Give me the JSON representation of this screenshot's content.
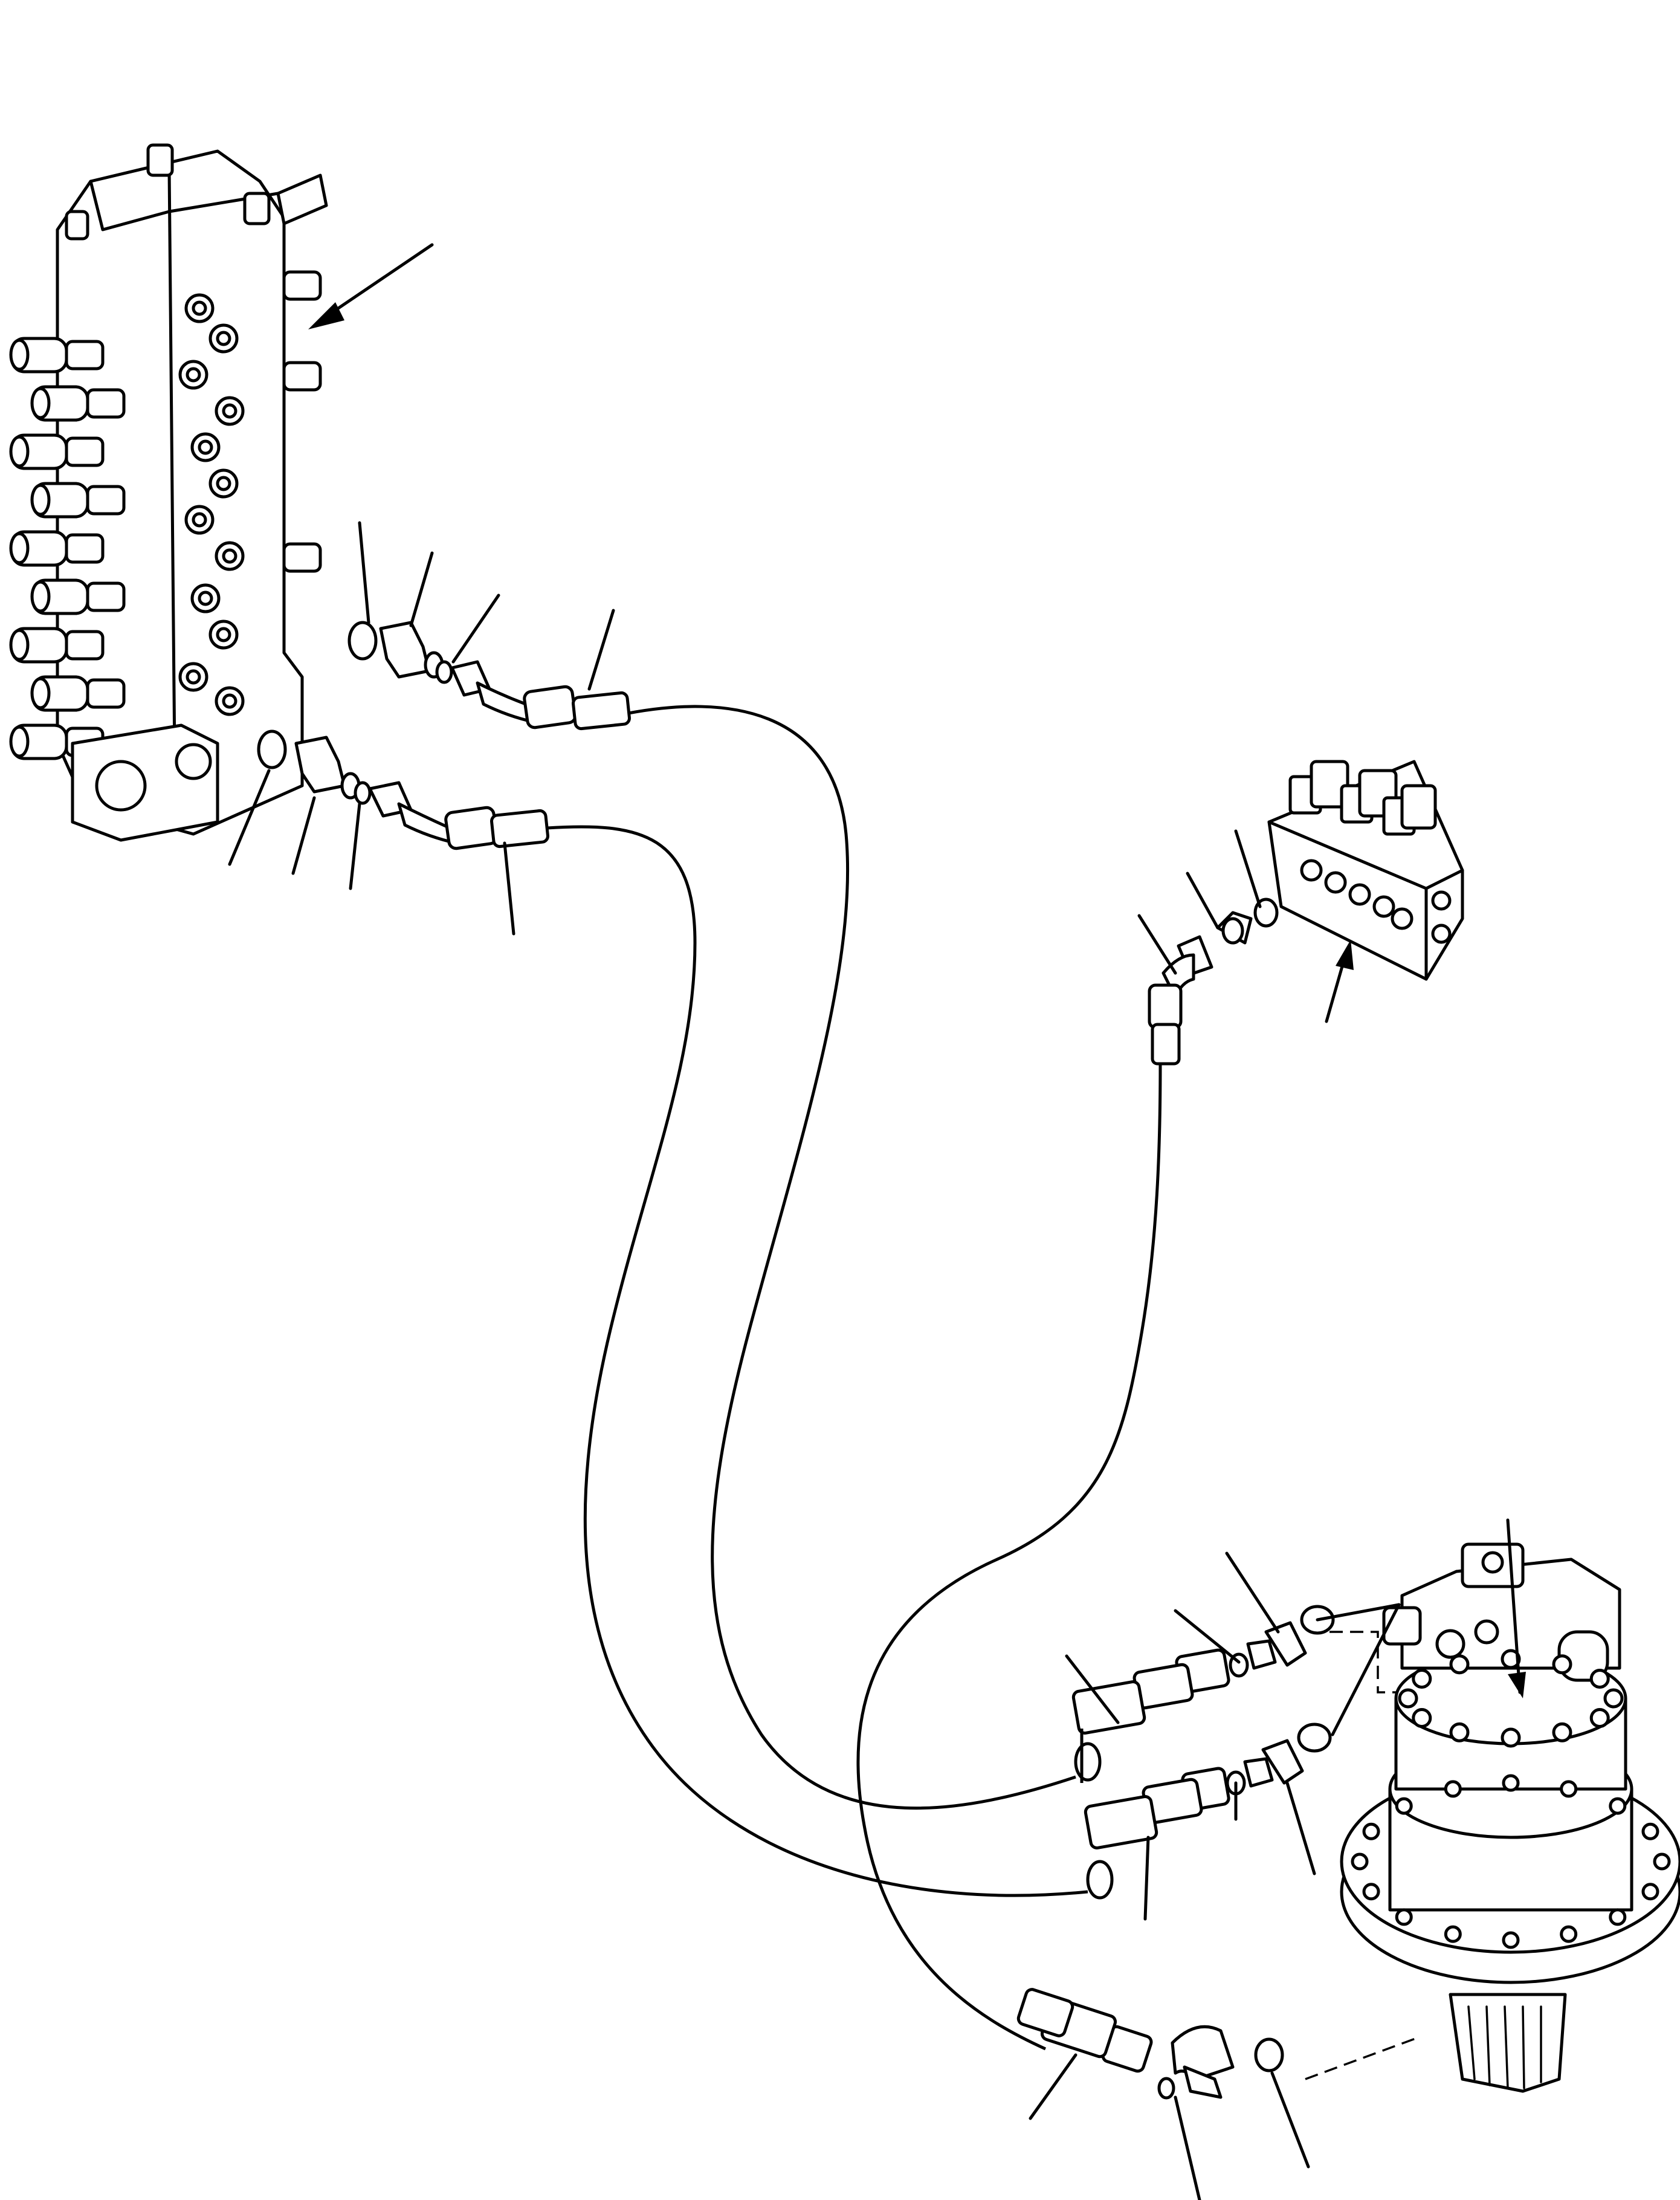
{
  "diagram": {
    "components": [
      {
        "id": "control-valve",
        "label": ""
      },
      {
        "id": "pilot-block",
        "label": ""
      },
      {
        "id": "swing-motor",
        "label": ""
      }
    ],
    "hoses": [
      {
        "id": "hose-upper"
      },
      {
        "id": "hose-lower"
      },
      {
        "id": "hose-drain"
      }
    ],
    "callouts": []
  }
}
